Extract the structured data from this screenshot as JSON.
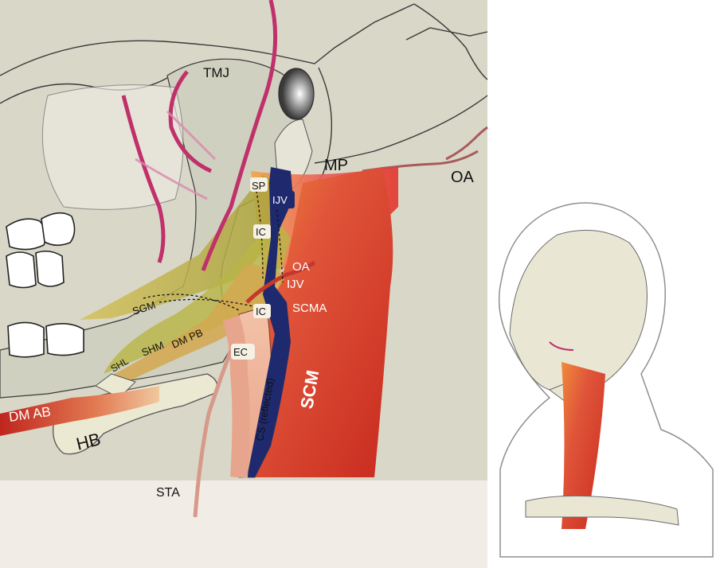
{
  "main_labels": {
    "tmj": "TMJ",
    "mp": "MP",
    "oa_top": "OA",
    "sp": "SP",
    "ijv_top": "IJV",
    "ic_top": "IC",
    "oa_mid": "OA",
    "ijv_mid": "IJV",
    "scma": "SCMA",
    "ic_mid": "IC",
    "sgm": "SGM",
    "shm": "SHM",
    "shl": "SHL",
    "dm_pb": "DM PB",
    "ec": "EC",
    "cs": "CS (reflected)",
    "scm": "SCM",
    "dm_ab": "DM AB",
    "hb": "HB",
    "sta": "STA"
  },
  "colors": {
    "background": "#f1ede6",
    "skull": "#d9d6c6",
    "muscle_red": "#d8362a",
    "artery": "#c0306a",
    "vein": "#1f2a6e",
    "digastric": "#c7b552"
  }
}
